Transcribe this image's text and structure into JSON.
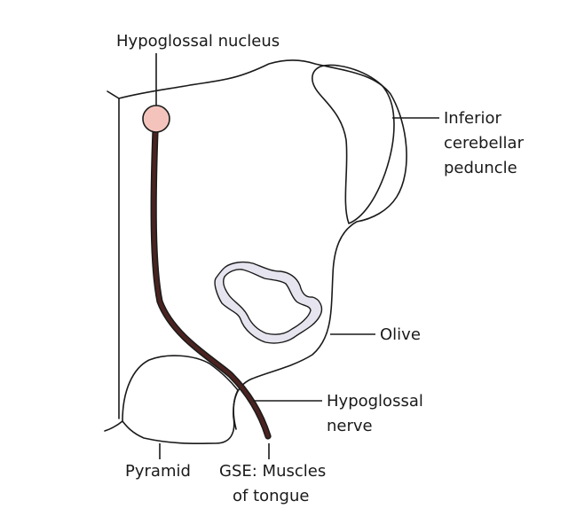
{
  "labels": {
    "hypoglossal_nucleus": "Hypoglossal nucleus",
    "inferior_cerebellar_peduncle": [
      "Inferior",
      "cerebellar",
      "peduncle"
    ],
    "olive": "Olive",
    "hypoglossal_nerve": [
      "Hypoglossal",
      "nerve"
    ],
    "pyramid": "Pyramid",
    "gse_muscles_of_tongue": [
      "GSE: Muscles",
      "of tongue"
    ]
  },
  "colors": {
    "outline": "#1a1a1a",
    "nerve_fill": "#4a2320",
    "nucleus_fill": "#f4c4bc",
    "olive_fill": "#e6e4ee",
    "background": "#ffffff"
  }
}
